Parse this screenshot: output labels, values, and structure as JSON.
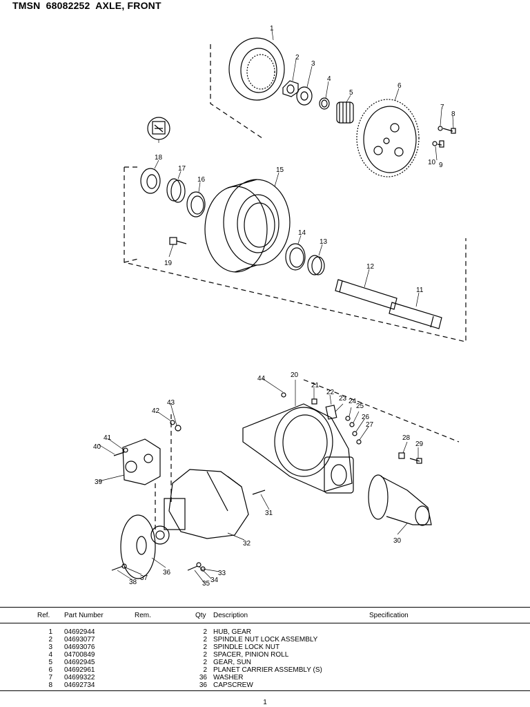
{
  "header": {
    "title": "TMSN  68082252  AXLE, FRONT"
  },
  "drawing": {
    "callouts": [
      "1",
      "2",
      "3",
      "4",
      "5",
      "6",
      "7",
      "8",
      "9",
      "10",
      "11",
      "12",
      "13",
      "14",
      "15",
      "16",
      "17",
      "18",
      "19",
      "20",
      "21",
      "22",
      "23",
      "24",
      "25",
      "26",
      "27",
      "28",
      "29",
      "30",
      "31",
      "32",
      "33",
      "34",
      "35",
      "36",
      "37",
      "38",
      "39",
      "40",
      "41",
      "42",
      "43",
      "44"
    ]
  },
  "table": {
    "headers": {
      "ref": "Ref.",
      "part_number": "Part Number",
      "rem": "Rem.",
      "qty": "Qty",
      "description": "Description",
      "specification": "Specification"
    },
    "rows": [
      {
        "ref": "1",
        "part_number": "04692944",
        "qty": "2",
        "description": "HUB, GEAR"
      },
      {
        "ref": "2",
        "part_number": "04693077",
        "qty": "2",
        "description": "SPINDLE NUT LOCK ASSEMBLY"
      },
      {
        "ref": "3",
        "part_number": "04693076",
        "qty": "2",
        "description": "SPINDLE LOCK NUT"
      },
      {
        "ref": "4",
        "part_number": "04700849",
        "qty": "2",
        "description": "SPACER, PINION ROLL"
      },
      {
        "ref": "5",
        "part_number": "04692945",
        "qty": "2",
        "description": "GEAR, SUN"
      },
      {
        "ref": "6",
        "part_number": "04692961",
        "qty": "2",
        "description": "PLANET CARRIER ASSEMBLY (S)"
      },
      {
        "ref": "7",
        "part_number": "04699322",
        "qty": "36",
        "description": "WASHER"
      },
      {
        "ref": "8",
        "part_number": "04692734",
        "qty": "36",
        "description": "CAPSCREW"
      }
    ]
  },
  "footer": {
    "page_number": "1"
  }
}
